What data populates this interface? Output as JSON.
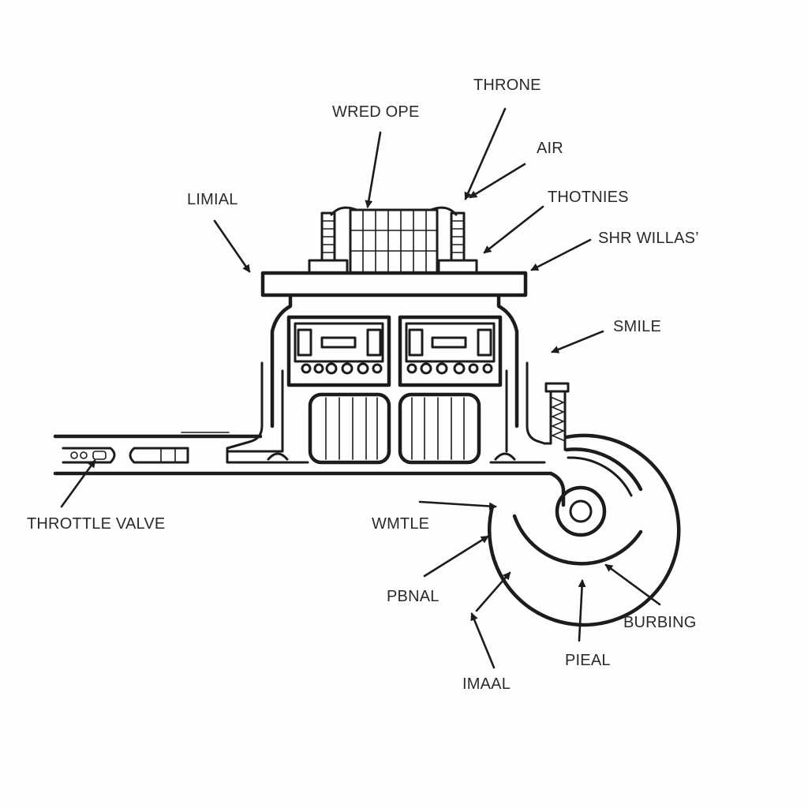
{
  "labels": {
    "throne": "THRONE",
    "wred_ope": "WRED OPE",
    "air": "AIR",
    "thotnies": "THOTNIES",
    "limial": "LIMIAL",
    "shr_willas": "SHR WILLAS’",
    "smile": "SMILE",
    "throttle_valve": "THROTTLE VALVE",
    "wmtle": "WMTLE",
    "pbnal": "PBNAL",
    "burbing": "BURBING",
    "pieal": "PIEAL",
    "imaal": "IMAAL"
  }
}
